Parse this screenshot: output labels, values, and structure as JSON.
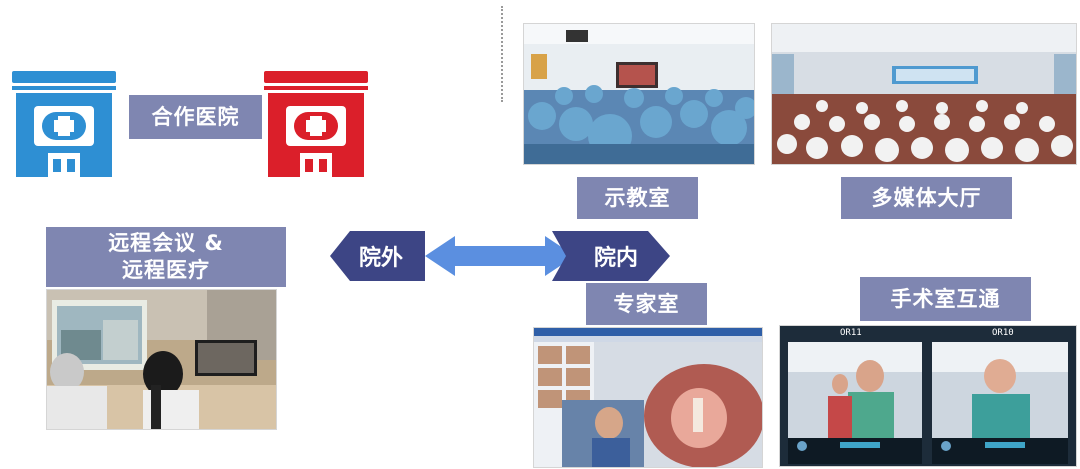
{
  "labels": {
    "partner_hospital": "合作医院",
    "remote": [
      "远程会议 &",
      "远程医疗"
    ],
    "outside": "院外",
    "inside": "院内",
    "teaching_room": "示教室",
    "multimedia_hall": "多媒体大厅",
    "expert_room": "专家室",
    "or_interconnect": "手术室互通"
  },
  "icons": {
    "left_hospital": {
      "name": "hospital-icon",
      "color": "#2e8fd3"
    },
    "right_hospital": {
      "name": "hospital-icon",
      "color": "#db1f2a"
    }
  },
  "photos": {
    "or_overlay": [
      "OR11",
      "OR10"
    ]
  },
  "colors": {
    "label_bg": "#7f86b1",
    "arrow_tag": "#3d4585",
    "arrow_shaft": "#5b8fe0"
  }
}
